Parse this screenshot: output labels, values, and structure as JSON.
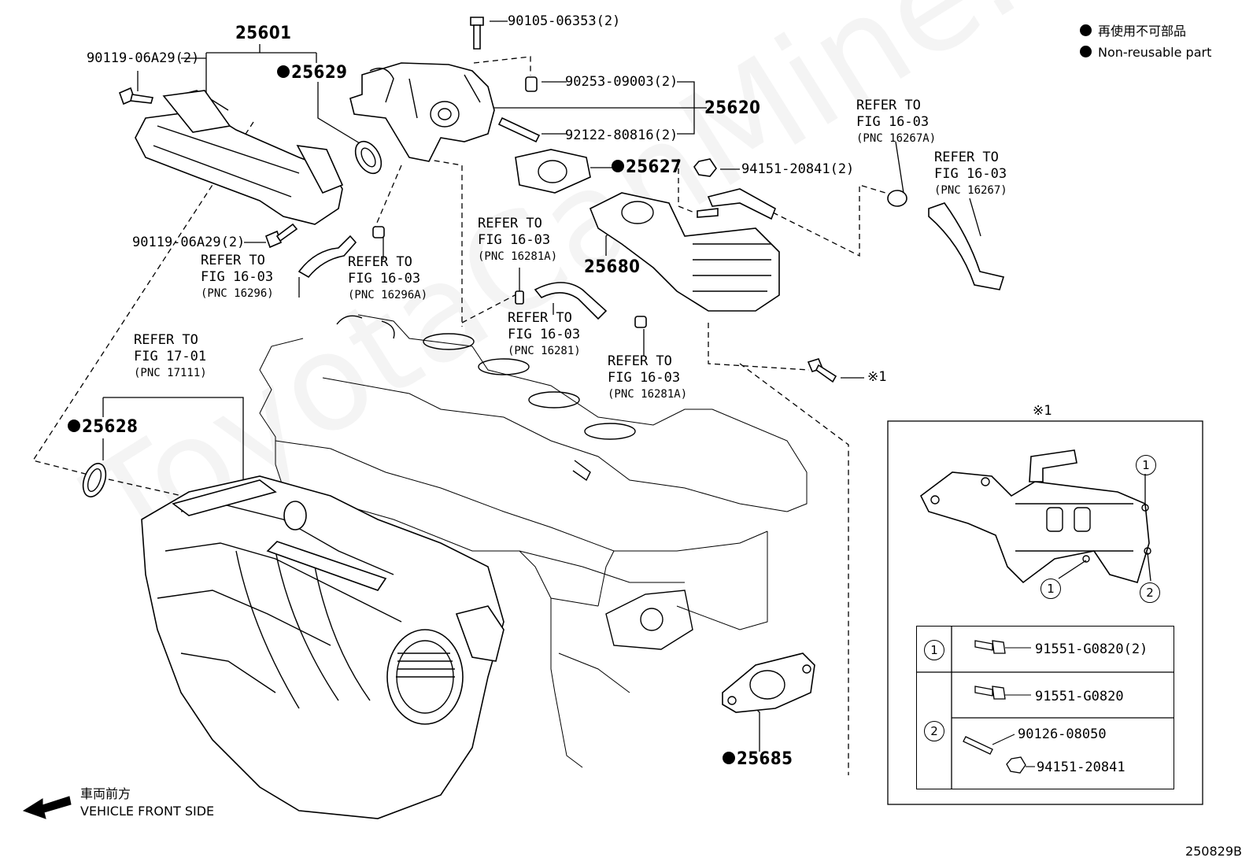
{
  "legend": {
    "items": [
      {
        "text": "再使用不可部品"
      },
      {
        "text": "Non-reusable part"
      }
    ]
  },
  "callouts": {
    "p25601": "25601",
    "p25629": "25629",
    "p25620": "25620",
    "p25627": "25627",
    "p25680": "25680",
    "p25628": "25628",
    "p25685": "25685",
    "bolt_9011906a29_top": "90119-06A29(2)",
    "bolt_9011906a29_bot": "90119-06A29(2)",
    "bolt_9010506353": "90105-06353(2)",
    "pin_9025309003": "90253-09003(2)",
    "stud_9212280816": "92122-80816(2)",
    "nut_9415120841": "94151-20841(2)",
    "note1_ref": "※1"
  },
  "references": [
    {
      "id": "r16296",
      "line1": "REFER TO",
      "line2": "FIG 16-03",
      "pnc": "(PNC 16296)"
    },
    {
      "id": "r16296a",
      "line1": "REFER TO",
      "line2": "FIG 16-03",
      "pnc": "(PNC 16296A)"
    },
    {
      "id": "r16281a_top",
      "line1": "REFER TO",
      "line2": "FIG 16-03",
      "pnc": "(PNC 16281A)"
    },
    {
      "id": "r16281",
      "line1": "REFER TO",
      "line2": "FIG 16-03",
      "pnc": "(PNC 16281)"
    },
    {
      "id": "r16281a_bot",
      "line1": "REFER TO",
      "line2": "FIG 16-03",
      "pnc": "(PNC 16281A)"
    },
    {
      "id": "r16267a",
      "line1": "REFER TO",
      "line2": "FIG 16-03",
      "pnc": "(PNC 16267A)"
    },
    {
      "id": "r16267",
      "line1": "REFER TO",
      "line2": "FIG 16-03",
      "pnc": "(PNC 16267)"
    },
    {
      "id": "r17111",
      "line1": "REFER TO",
      "line2": "FIG 17-01",
      "pnc": "(PNC 17111)"
    }
  ],
  "detail": {
    "title": "※1",
    "marker1": "1",
    "marker2": "2",
    "rows": [
      {
        "num": "1",
        "parts": [
          "91551-G0820(2)"
        ]
      },
      {
        "num": "2",
        "parts": [
          "91551-G0820",
          "90126-08050",
          "94151-20841"
        ]
      }
    ]
  },
  "front_side": {
    "jp": "車両前方",
    "en": "VEHICLE FRONT SIDE"
  },
  "figure_number": "250829B",
  "watermark": "ToyotaCanMine.ru"
}
